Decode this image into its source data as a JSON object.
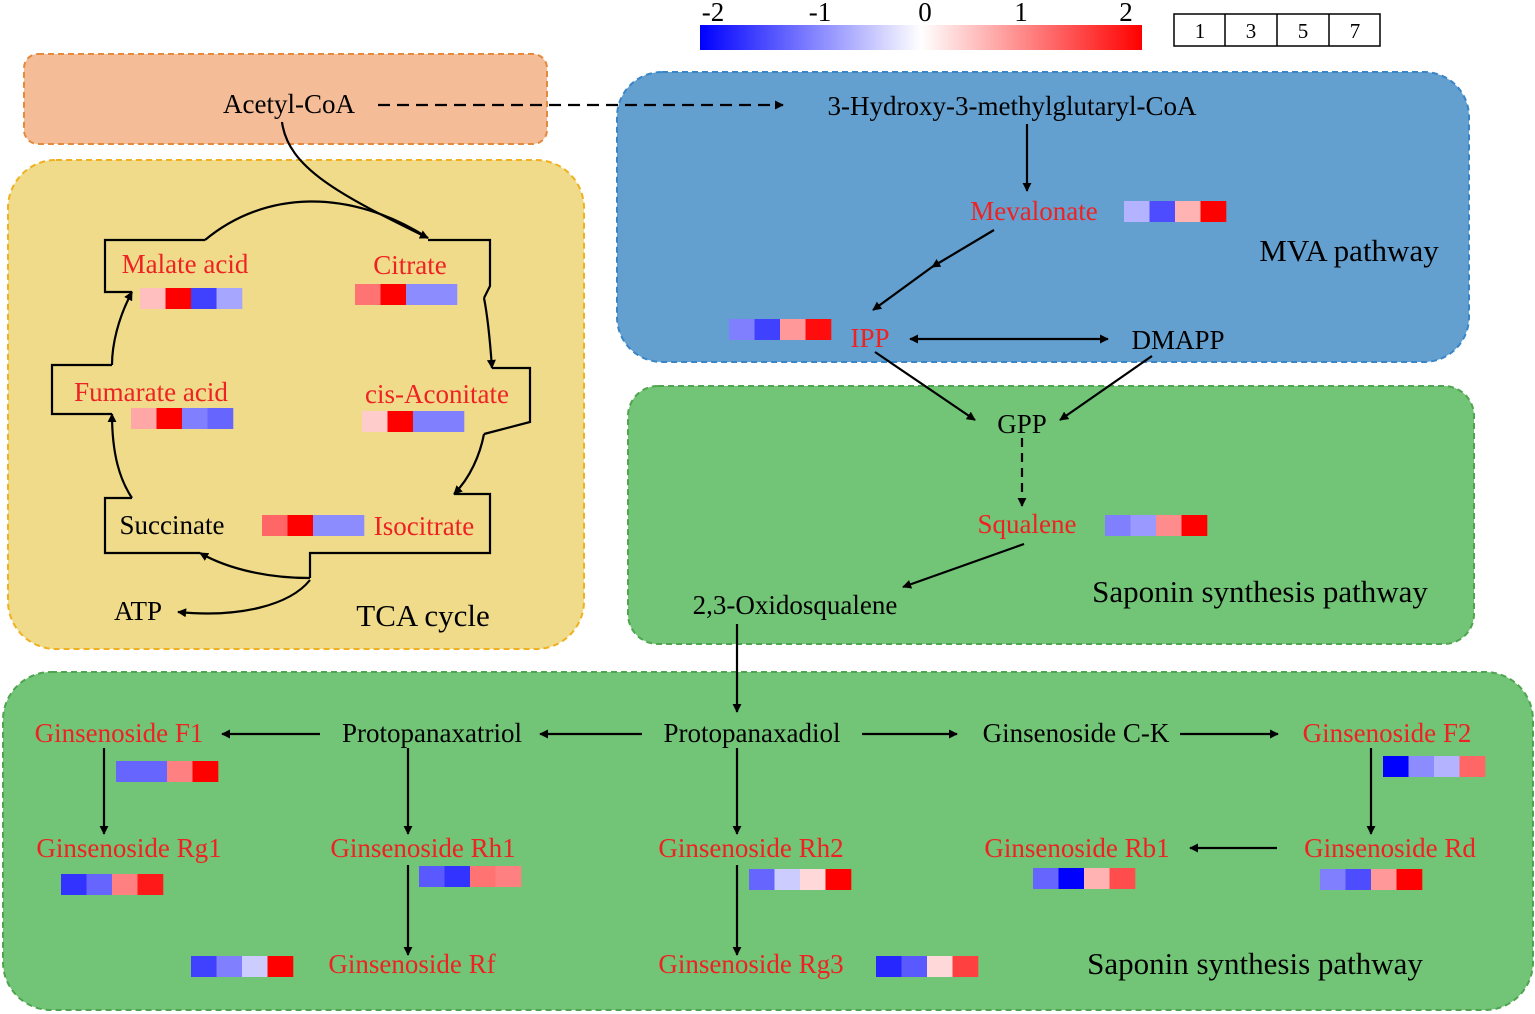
{
  "colors": {
    "metabolite_red": "#ee2222",
    "acetyl_bg": "#f5bc98",
    "tca_bg": "#efdb8a",
    "mva_bg": "#63a0cf",
    "saponin_bg": "#72c476",
    "scale_low": "#0000ff",
    "scale_mid": "#ffffff",
    "scale_high": "#ff0000"
  },
  "color_scale": {
    "ticks": [
      "-2",
      "-1",
      "0",
      "1",
      "2"
    ],
    "min": -2,
    "max": 2
  },
  "sample_key": [
    "1",
    "3",
    "5",
    "7"
  ],
  "regions": {
    "tca": "TCA cycle",
    "mva": "MVA pathway",
    "saponin_upper": "Saponin synthesis pathway",
    "saponin_lower": "Saponin synthesis pathway"
  },
  "metabolites": {
    "acetyl_coa": "Acetyl-CoA",
    "hmg_coa": "3-Hydroxy-3-methylglutaryl-CoA",
    "mevalonate": "Mevalonate",
    "ipp": "IPP",
    "dmapp": "DMAPP",
    "gpp": "GPP",
    "squalene": "Squalene",
    "oxidosqualene": "2,3-Oxidosqualene",
    "malate": "Malate acid",
    "citrate": "Citrate",
    "fumarate": "Fumarate acid",
    "cis_aconitate": "cis-Aconitate",
    "succinate": "Succinate",
    "isocitrate": "Isocitrate",
    "atp": "ATP",
    "protopanaxatriol": "Protopanaxatriol",
    "protopanaxadiol": "Protopanaxadiol",
    "ginsenoside_ck": "Ginsenoside C-K",
    "ginsenoside_f1": "Ginsenoside F1",
    "ginsenoside_f2": "Ginsenoside F2",
    "ginsenoside_rg1": "Ginsenoside Rg1",
    "ginsenoside_rh1": "Ginsenoside Rh1",
    "ginsenoside_rh2": "Ginsenoside Rh2",
    "ginsenoside_rb1": "Ginsenoside Rb1",
    "ginsenoside_rd": "Ginsenoside Rd",
    "ginsenoside_rf": "Ginsenoside Rf",
    "ginsenoside_rg3": "Ginsenoside Rg3"
  },
  "heatmaps": {
    "mevalonate": [
      -0.6,
      -1.4,
      0.6,
      2.0
    ],
    "ipp": [
      -1.0,
      -1.5,
      0.8,
      1.9
    ],
    "squalene": [
      -1.0,
      -0.8,
      0.9,
      2.0
    ],
    "malate": [
      0.5,
      2.0,
      -1.5,
      -0.7
    ],
    "citrate": [
      1.1,
      2.0,
      -0.9,
      -0.9
    ],
    "fumarate": [
      0.7,
      2.0,
      -1.0,
      -1.2
    ],
    "cis_aconitate": [
      0.4,
      2.0,
      -1.0,
      -1.0
    ],
    "isocitrate": [
      1.2,
      2.0,
      -0.9,
      -0.9
    ],
    "ginsenoside_f1": [
      -1.2,
      -1.2,
      1.0,
      2.0
    ],
    "ginsenoside_f2": [
      -2.0,
      -0.9,
      -0.6,
      1.2
    ],
    "ginsenoside_rg1": [
      -1.6,
      -1.2,
      1.0,
      1.8
    ],
    "ginsenoside_rh1": [
      -1.3,
      -1.6,
      1.1,
      1.0
    ],
    "ginsenoside_rh2": [
      -1.2,
      -0.4,
      0.3,
      2.0
    ],
    "ginsenoside_rb1": [
      -1.2,
      -2.0,
      0.6,
      1.4
    ],
    "ginsenoside_rd": [
      -1.0,
      -1.4,
      0.8,
      2.0
    ],
    "ginsenoside_rf": [
      -1.5,
      -1.0,
      -0.4,
      2.0
    ],
    "ginsenoside_rg3": [
      -1.7,
      -1.3,
      0.3,
      1.5
    ]
  }
}
